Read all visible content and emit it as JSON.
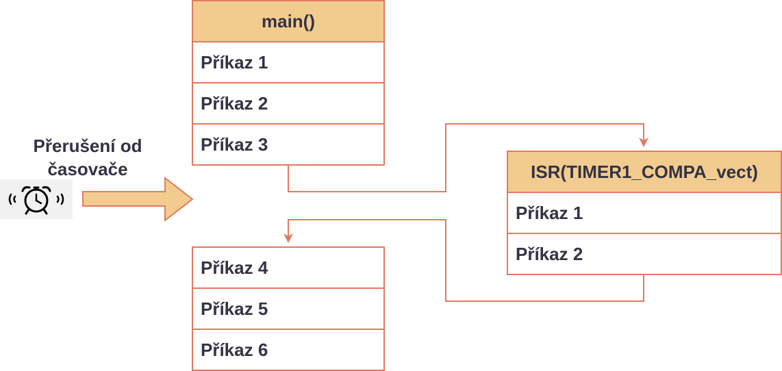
{
  "main_box": {
    "header": "main()",
    "rows": [
      "Příkaz 1",
      "Příkaz 2",
      "Příkaz 3"
    ]
  },
  "isr_box": {
    "header": "ISR(TIMER1_COMPA_vect)",
    "rows": [
      "Příkaz 1",
      "Příkaz 2"
    ]
  },
  "rest_box": {
    "rows": [
      "Příkaz 4",
      "Příkaz 5",
      "Příkaz 6"
    ]
  },
  "interrupt": {
    "label_line1": "Přerušení od",
    "label_line2": "časovače",
    "icon": "alarm-clock-icon"
  },
  "colors": {
    "border": "#e07a5f",
    "header_fill": "#f2cc8f",
    "text": "#333344",
    "arrow_fill": "#f2cc8f"
  }
}
